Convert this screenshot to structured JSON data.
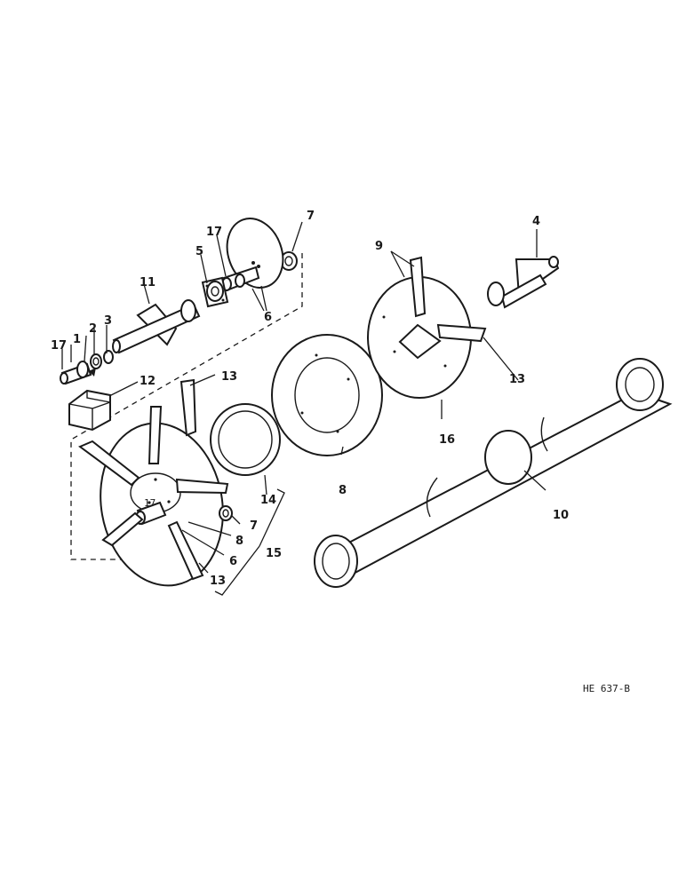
{
  "drawing": {
    "id_code": "HE 637-B",
    "labels": {
      "p1": "1",
      "p2": "2",
      "p3": "3",
      "p4": "4",
      "p5": "5",
      "p6a": "6",
      "p6b": "6",
      "p7a": "7",
      "p7b": "7",
      "p8a": "8",
      "p8b": "8",
      "p9": "9",
      "p10": "10",
      "p11": "11",
      "p12": "12",
      "p13a": "13",
      "p13b": "13",
      "p13c": "13",
      "p14": "14",
      "p15": "15",
      "p16": "16",
      "p17a": "17",
      "p17b": "17",
      "hub17": "17"
    }
  }
}
